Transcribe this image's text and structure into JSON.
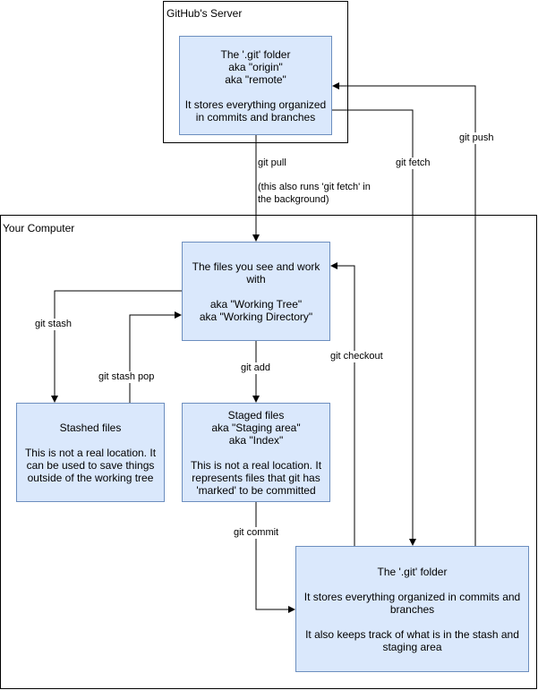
{
  "containers": {
    "github_server": "GitHub's Server",
    "your_computer": "Your Computer"
  },
  "nodes": {
    "origin": [
      "The '.git' folder",
      "aka \"origin\"",
      "aka \"remote\"",
      "",
      "It stores everything organized",
      "in commits and branches"
    ],
    "working_tree": [
      "The files you see and work",
      "with",
      "",
      "aka \"Working Tree\"",
      "aka \"Working Directory\""
    ],
    "stashed": [
      "Stashed files",
      "",
      "This is not a real location. It",
      "can be used to save things",
      "outside of the working tree"
    ],
    "staged": [
      "Staged files",
      "aka \"Staging area\"",
      "aka \"Index\"",
      "",
      "This is not a real location. It",
      "represents files that git has",
      "'marked' to be committed"
    ],
    "local_git": [
      "The '.git' folder",
      "",
      "It stores everything organized in commits and",
      "branches",
      "",
      "It also keeps track of what is in the stash and",
      "staging area"
    ]
  },
  "edges": {
    "git_pull": "git pull",
    "git_pull_note_1": "(this also runs 'git fetch' in",
    "git_pull_note_2": "the background)",
    "git_fetch": "git fetch",
    "git_push": "git push",
    "git_stash": "git stash",
    "git_stash_pop": "git stash pop",
    "git_add": "git add",
    "git_checkout": "git checkout",
    "git_commit": "git commit"
  },
  "colors": {
    "node_fill": "#dae8fc",
    "node_stroke": "#6c8ebf",
    "edge": "#000000"
  }
}
